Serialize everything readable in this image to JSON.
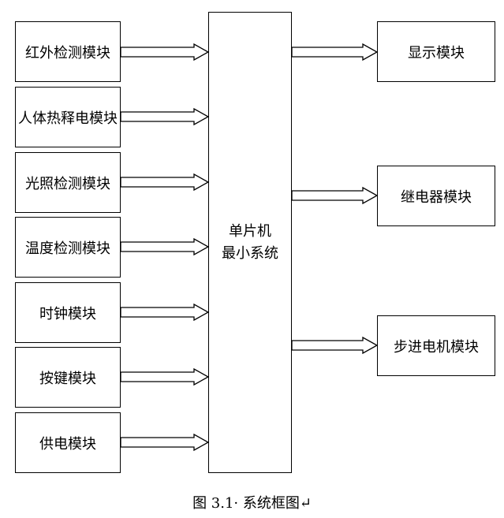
{
  "inputs": [
    "红外检测模块",
    "人体热释电模块",
    "光照检测模块",
    "温度检测模块",
    "时钟模块",
    "按键模块",
    "供电模块"
  ],
  "mcu": {
    "line1": "单片机",
    "line2": "最小系统"
  },
  "outputs": [
    "显示模块",
    "继电器模块",
    "步进电机模块"
  ],
  "caption": "图 3.1· 系统框图↵"
}
